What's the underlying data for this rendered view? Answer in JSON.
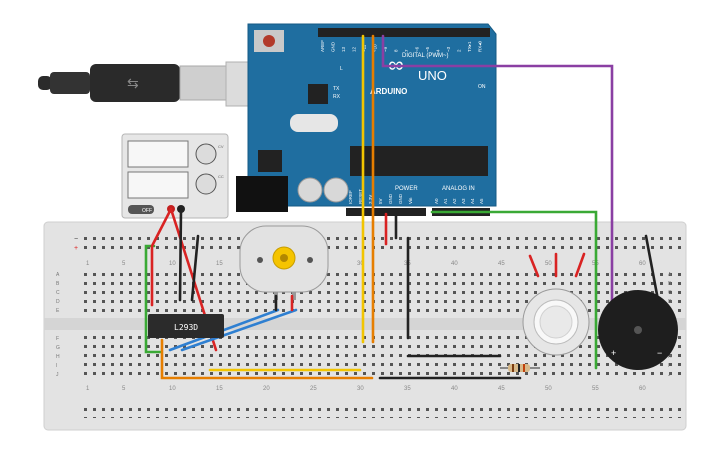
{
  "arduino": {
    "brand": "ARDUINO",
    "model": "UNO",
    "digital_header": "DIGITAL (PWM~)",
    "power_header": "POWER",
    "analog_header": "ANALOG IN",
    "tx_label": "TX",
    "rx_label": "RX",
    "l_label": "L",
    "on_label": "ON",
    "digital_pins": [
      "AREF",
      "GND",
      "13",
      "12",
      "~11",
      "~10",
      "~9",
      "8",
      "7",
      "~6",
      "~5",
      "4",
      "~3",
      "2",
      "TX▸1",
      "RX◂0"
    ],
    "power_pins": [
      "IOREF",
      "RESET",
      "3.3V",
      "5V",
      "GND",
      "GND",
      "Vin"
    ],
    "analog_pins": [
      "A0",
      "A1",
      "A2",
      "A3",
      "A4",
      "A5"
    ]
  },
  "power_supply": {
    "switch_label": "OFF",
    "knob1_label": "CV",
    "knob2_label": "CC"
  },
  "chip": {
    "label": "L293D"
  },
  "breadboard": {
    "column_numbers": [
      "1",
      "5",
      "10",
      "15",
      "20",
      "25",
      "30",
      "35",
      "40",
      "45",
      "50",
      "55",
      "60"
    ],
    "row_letters_top": [
      "A",
      "B",
      "C",
      "D",
      "E"
    ],
    "row_letters_bottom": [
      "F",
      "G",
      "H",
      "I",
      "J"
    ],
    "rail_minus": "−",
    "rail_plus": "+"
  },
  "buzzer": {
    "plus_label": "+",
    "minus_label": "−"
  },
  "colors": {
    "board_blue": "#1f6ea0",
    "breadboard": "#e3e3e3",
    "wire_yellow": "#f2c500",
    "wire_orange": "#e67e00",
    "wire_purple": "#8a3fa3",
    "wire_green": "#3aa935",
    "wire_red": "#d92323",
    "wire_blue": "#2e7fd1",
    "wire_black": "#222222"
  }
}
